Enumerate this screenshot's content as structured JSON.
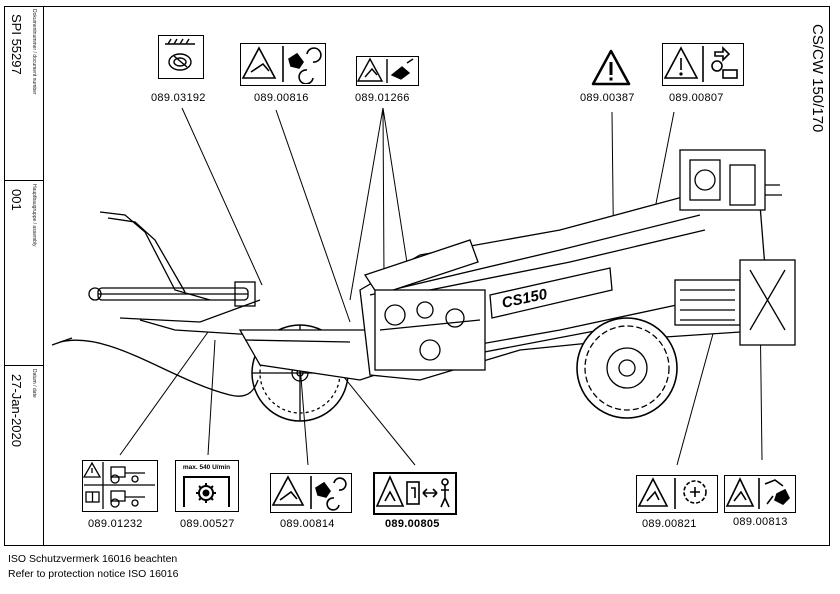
{
  "sidebar": {
    "doc_number": "SPI 55297",
    "doc_number_caption": "Dokumentnummer / document number",
    "assembly": "001",
    "assembly_caption": "Hauptbaugruppe / assembly",
    "date": "27-Jan-2020",
    "date_caption": "Datum / date"
  },
  "title": "CS/CW 150/170",
  "machine_badge": "CS150",
  "labels": [
    {
      "code": "089.03192"
    },
    {
      "code": "089.00816"
    },
    {
      "code": "089.01266"
    },
    {
      "code": "089.00387"
    },
    {
      "code": "089.00807"
    },
    {
      "code": "089.01232"
    },
    {
      "code": "089.00527",
      "text": "max. 540 U/min"
    },
    {
      "code": "089.00814"
    },
    {
      "code": "089.00805"
    },
    {
      "code": "089.00821"
    },
    {
      "code": "089.00813"
    }
  ],
  "footer": {
    "line1": "ISO Schutzvermerk 16016 beachten",
    "line2": "Refer to protection notice ISO 16016"
  }
}
